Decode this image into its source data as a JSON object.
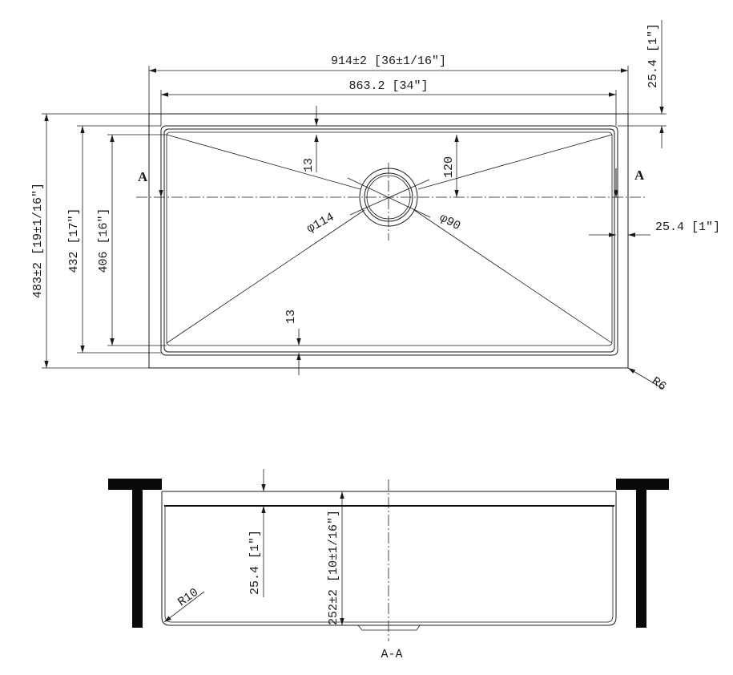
{
  "top_view": {
    "overall_length": "914±2 [36±1/16″]",
    "inner_length": "863.2 [34″]",
    "flange_height_right": "25.4 [1″]",
    "overall_width": "483±2 [19±1/16″]",
    "width_432": "432 [17″]",
    "width_406": "406 [16″]",
    "drain_offset": "120",
    "top_gap": "13",
    "bottom_gap": "13",
    "drain_outer": "φ114",
    "drain_inner": "φ90",
    "side_flange": "25.4 [1″]",
    "corner_radius": "R6",
    "section_mark_left": "A",
    "section_mark_right": "A"
  },
  "section_view": {
    "flange_thickness": "25.4 [1″]",
    "depth": "252±2 [10±1/16″]",
    "bottom_radius": "R10",
    "title": "A-A"
  }
}
